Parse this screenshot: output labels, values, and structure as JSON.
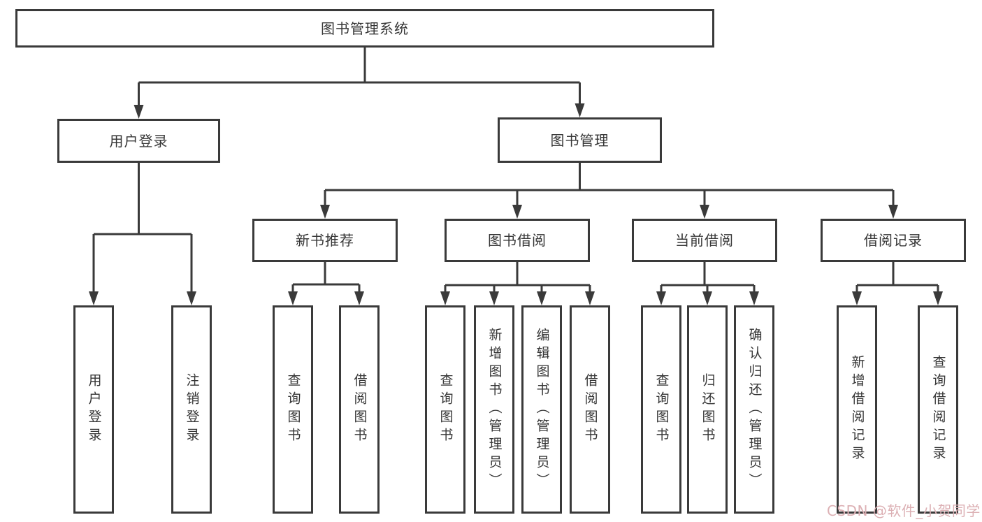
{
  "diagram": {
    "title": "图书管理系统",
    "branches": [
      {
        "label": "用户登录",
        "children": [
          "用户登录",
          "注销登录"
        ]
      },
      {
        "label": "图书管理",
        "sections": [
          {
            "label": "新书推荐",
            "children": [
              "查询图书",
              "借阅图书"
            ]
          },
          {
            "label": "图书借阅",
            "children": [
              "查询图书",
              "新增图书（管理员）",
              "编辑图书（管理员）",
              "借阅图书"
            ]
          },
          {
            "label": "当前借阅",
            "children": [
              "查询图书",
              "归还图书",
              "确认归还（管理员）"
            ]
          },
          {
            "label": "借阅记录",
            "children": [
              "新增借阅记录",
              "查询借阅记录"
            ]
          }
        ]
      }
    ]
  },
  "watermark": {
    "text": "CSDN @软件_小贺同学"
  },
  "colors": {
    "line": "#3a3a3a",
    "text": "#363636",
    "watermark": "#dcb0b4",
    "background": "#ffffff"
  }
}
